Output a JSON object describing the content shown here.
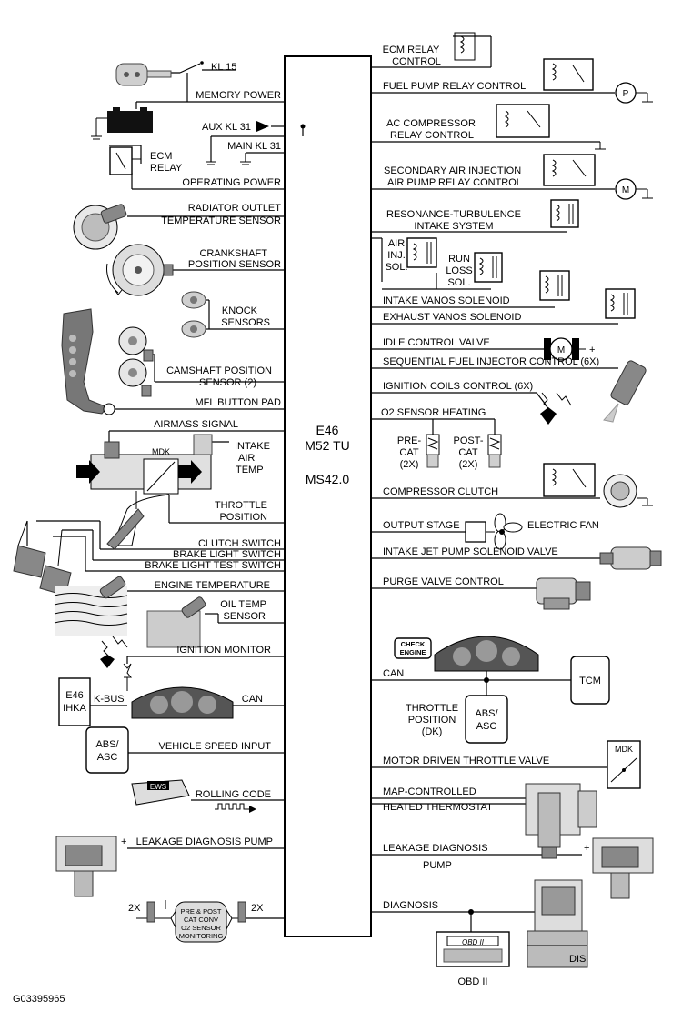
{
  "ecu": {
    "line1": "E46",
    "line2": "M52 TU",
    "line3": "MS42.0"
  },
  "inputs": {
    "kl15": "KL 15",
    "memory_power": "MEMORY POWER",
    "aux_kl31": "AUX KL 31",
    "main_kl31": "MAIN KL 31",
    "ecm_relay_1": "ECM",
    "ecm_relay_2": "RELAY",
    "operating_power": "OPERATING POWER",
    "radiator_1": "RADIATOR OUTLET",
    "radiator_2": "TEMPERATURE SENSOR",
    "crank_1": "CRANKSHAFT",
    "crank_2": "POSITION SENSOR",
    "knock_1": "KNOCK",
    "knock_2": "SENSORS",
    "cam_1": "CAMSHAFT POSITION",
    "cam_2": "SENSOR (2)",
    "mfl": "MFL BUTTON PAD",
    "airmass": "AIRMASS SIGNAL",
    "intake_1": "INTAKE",
    "intake_2": "AIR",
    "intake_3": "TEMP",
    "mdk_left": "MDK",
    "throttle_1": "THROTTLE",
    "throttle_2": "POSITION",
    "clutch": "CLUTCH SWITCH",
    "brake_light": "BRAKE LIGHT SWITCH",
    "brake_test": "BRAKE LIGHT TEST SWITCH",
    "engine_temp": "ENGINE TEMPERATURE",
    "oil_1": "OIL TEMP",
    "oil_2": "SENSOR",
    "ignition_monitor": "IGNITION MONITOR",
    "ihka_1": "E46",
    "ihka_2": "IHKA",
    "kbus": "K-BUS",
    "can_left": "CAN",
    "abs_left_1": "ABS/",
    "abs_left_2": "ASC",
    "vehicle_speed": "VEHICLE SPEED INPUT",
    "ews": "EWS",
    "rolling_code": "ROLLING CODE",
    "leakage_left": "LEAKAGE DIAGNOSIS PUMP",
    "plus_left": "+",
    "twox_left": "2X",
    "twox_right": "2X",
    "mon_1": "PRE & POST",
    "mon_2": "CAT CONV",
    "mon_3": "O2 SENSOR",
    "mon_4": "MONITORING"
  },
  "outputs": {
    "ecm_relay_ctrl_1": "ECM RELAY",
    "ecm_relay_ctrl_2": "CONTROL",
    "fuel_pump": "FUEL PUMP RELAY CONTROL",
    "p_symbol": "P",
    "ac_1": "AC COMPRESSOR",
    "ac_2": "RELAY CONTROL",
    "sec_air_1": "SECONDARY AIR INJECTION",
    "sec_air_2": "AIR PUMP RELAY CONTROL",
    "m_symbol": "M",
    "resonance_1": "RESONANCE-TURBULENCE",
    "resonance_2": "INTAKE SYSTEM",
    "air_inj_1": "AIR",
    "air_inj_2": "INJ.",
    "air_inj_3": "SOL.",
    "run_loss_1": "RUN",
    "run_loss_2": "LOSS",
    "run_loss_3": "SOL.",
    "intake_vanos": "INTAKE VANOS SOLENOID",
    "exhaust_vanos": "EXHAUST VANOS SOLENOID",
    "idle_control": "IDLE CONTROL VALVE",
    "idle_m": "M",
    "idle_plus": "+",
    "seq_injector": "SEQUENTIAL FUEL INJECTOR CONTROL (6X)",
    "ign_coils": "IGNITION COILS CONTROL (6X)",
    "o2_heating": "O2 SENSOR HEATING",
    "precat_1": "PRE-",
    "precat_2": "CAT",
    "precat_3": "(2X)",
    "postcat_1": "POST-",
    "postcat_2": "CAT",
    "postcat_3": "(2X)",
    "compressor_clutch": "COMPRESSOR CLUTCH",
    "output_stage": "OUTPUT STAGE",
    "electric_fan": "ELECTRIC FAN",
    "intake_jet": "INTAKE JET PUMP SOLENOID VALVE",
    "purge": "PURGE VALVE CONTROL",
    "check_1": "CHECK",
    "check_2": "ENGINE",
    "can_right": "CAN",
    "tcm": "TCM",
    "tp_1": "THROTTLE",
    "tp_2": "POSITION",
    "tp_3": "(DK)",
    "abs_right_1": "ABS/",
    "abs_right_2": "ASC",
    "motor_throttle": "MOTOR DRIVEN THROTTLE VALVE",
    "mdk_right": "MDK",
    "map_1": "MAP-CONTROLLED",
    "map_2": "HEATED THERMOSTAT",
    "leak_right_1": "LEAKAGE DIAGNOSIS",
    "leak_right_2": "PUMP",
    "plus_right": "+",
    "diagnosis": "DIAGNOSIS",
    "obd_screen": "OBD II",
    "obd_label": "OBD II",
    "dis": "DIS"
  },
  "footer": {
    "figure_id": "G03395965"
  },
  "colors": {
    "line": "#000000",
    "component_fill": "#cfcfcf",
    "background": "#ffffff"
  }
}
